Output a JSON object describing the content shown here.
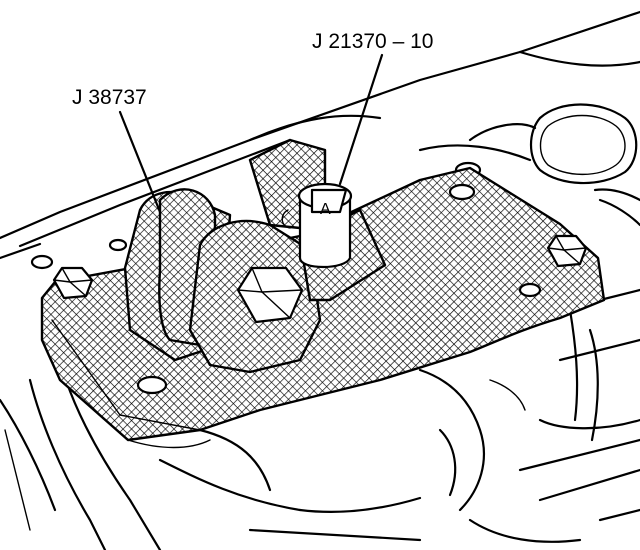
{
  "callouts": {
    "tool_1": "J 38737",
    "tool_2": "J 21370 – 10",
    "pin_mark": "A"
  },
  "colors": {
    "ink": "#000000",
    "paper": "#ffffff"
  }
}
